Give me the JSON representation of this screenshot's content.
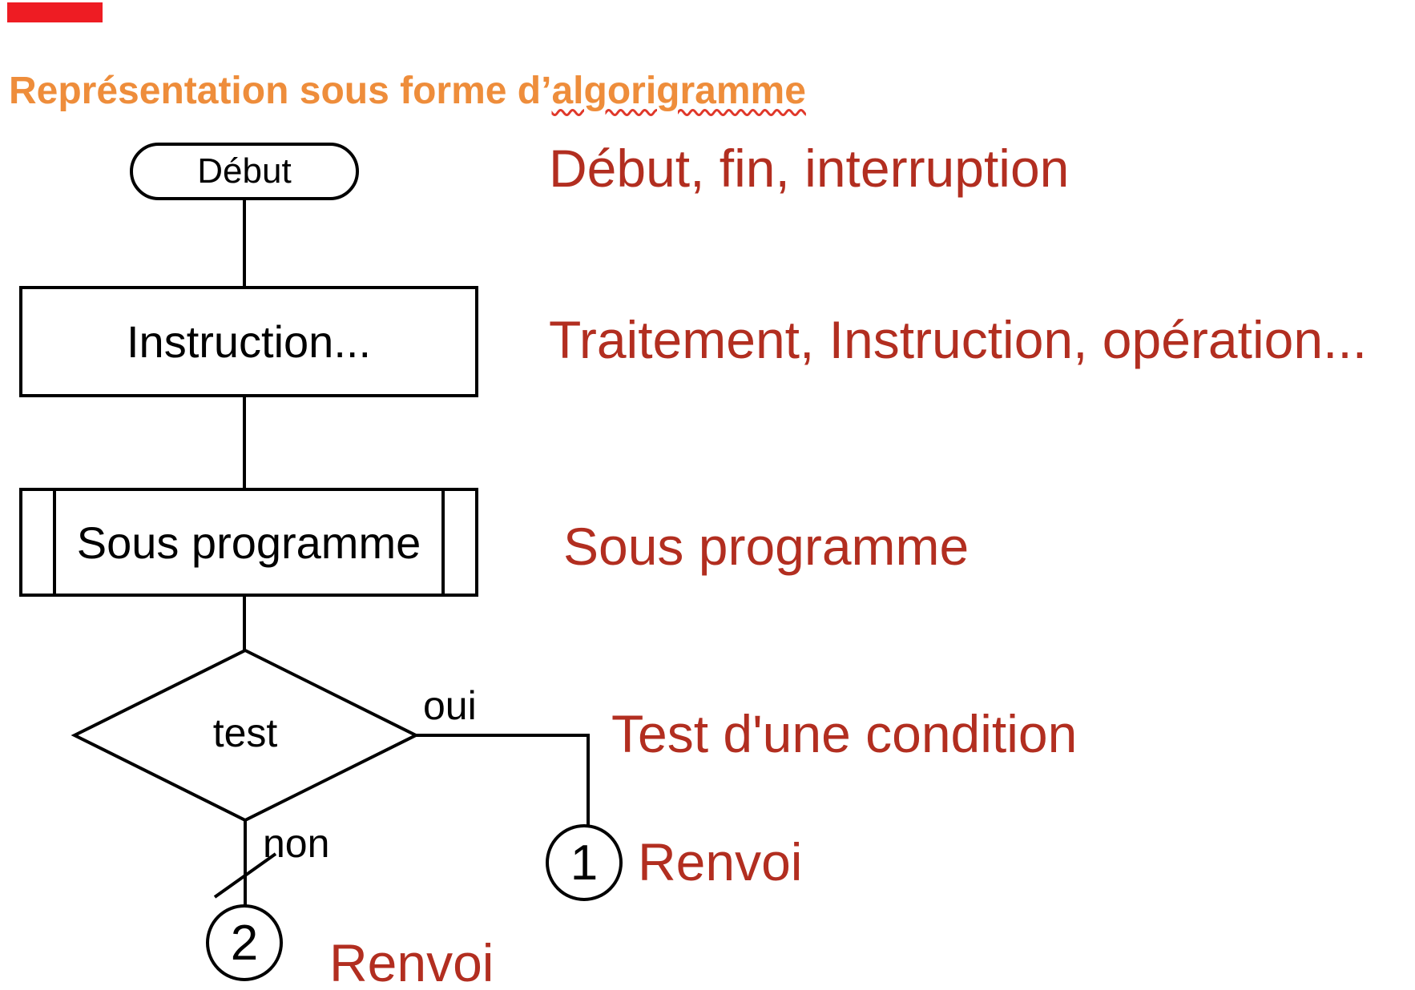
{
  "colors": {
    "accent_bar": "#ee1c23",
    "title_orange": "#ee8d3b",
    "squiggle_red": "#e0382a",
    "annotation_red": "#b22e20",
    "line_black": "#000000"
  },
  "title": {
    "prefix": "Représentation sous forme d’",
    "highlighted": "algorigramme"
  },
  "flowchart": {
    "start_label": "Début",
    "process_label": "Instruction...",
    "subroutine_label": "Sous programme",
    "decision_label": "test",
    "branch_yes_label": "oui",
    "branch_no_label": "non",
    "offpage_connector_1": "1",
    "offpage_connector_2": "2"
  },
  "annotations": {
    "terminator": "Début, fin, interruption",
    "process": "Traitement, Instruction, opération...",
    "subroutine": "Sous programme",
    "decision": "Test d'une condition",
    "connector_1": "Renvoi",
    "connector_2": "Renvoi"
  }
}
